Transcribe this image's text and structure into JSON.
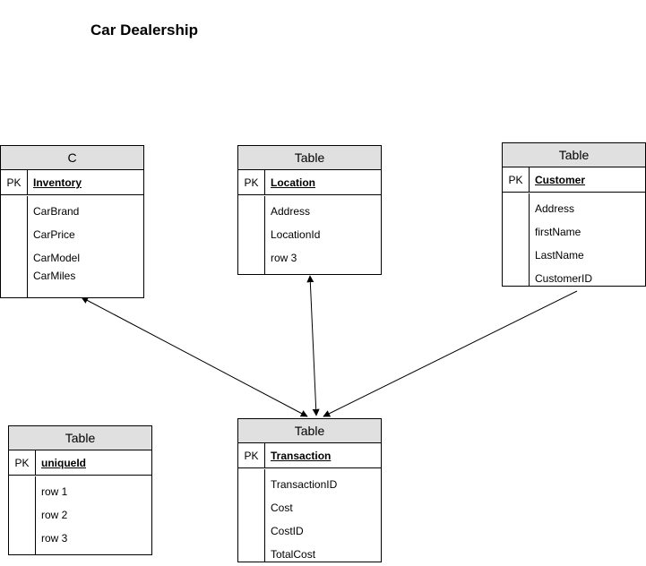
{
  "title": "Car Dealership",
  "tables": {
    "inventory": {
      "header": "C",
      "pk_label": "PK",
      "pk_field": "Inventory",
      "fields": [
        "CarBrand",
        "CarPrice",
        "CarModel",
        "CarMiles"
      ]
    },
    "location": {
      "header": "Table",
      "pk_label": "PK",
      "pk_field": "Location",
      "fields": [
        "Address",
        "LocationId",
        "row 3"
      ]
    },
    "customer": {
      "header": "Table",
      "pk_label": "PK",
      "pk_field": "Customer",
      "fields": [
        "Address",
        "firstName",
        "LastName",
        "CustomerID"
      ]
    },
    "transaction": {
      "header": "Table",
      "pk_label": "PK",
      "pk_field": "Transaction",
      "fields": [
        "TransactionID",
        "Cost",
        "CostID",
        "TotalCost"
      ]
    },
    "unique": {
      "header": "Table",
      "pk_label": "PK",
      "pk_field": "uniqueId",
      "fields": [
        "row 1",
        "row 2",
        "row 3"
      ]
    }
  }
}
